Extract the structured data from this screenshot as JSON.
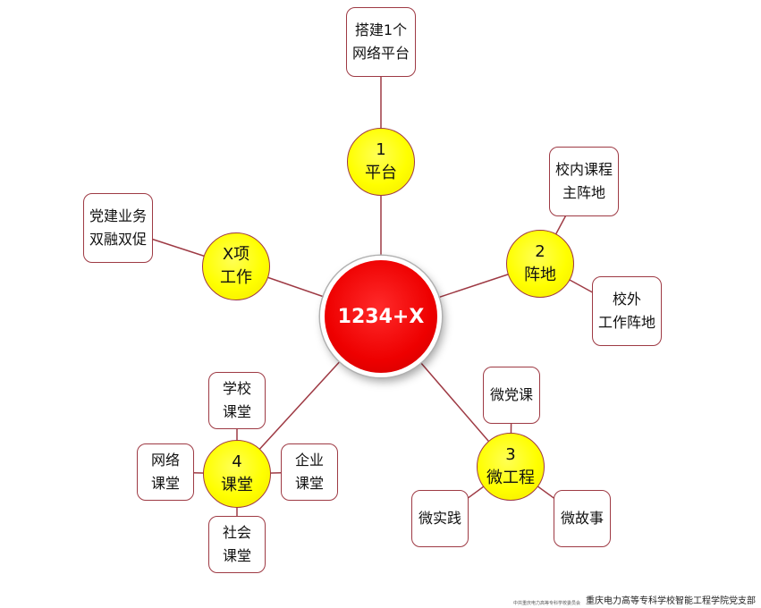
{
  "center": {
    "label": "1234+X"
  },
  "hubs": [
    {
      "id": "platform",
      "lines": [
        "1",
        "平台"
      ]
    },
    {
      "id": "position",
      "lines": [
        "2",
        "阵地"
      ]
    },
    {
      "id": "project",
      "lines": [
        "3",
        "微工程"
      ]
    },
    {
      "id": "classroom",
      "lines": [
        "4",
        "课堂"
      ]
    },
    {
      "id": "xwork",
      "lines": [
        "X项",
        "工作"
      ]
    }
  ],
  "leaves": [
    {
      "id": "network-platform",
      "hub": "platform",
      "lines": [
        "搭建1个",
        "网络平台"
      ]
    },
    {
      "id": "campus-main",
      "hub": "position",
      "lines": [
        "校内课程",
        "主阵地"
      ]
    },
    {
      "id": "offcampus",
      "hub": "position",
      "lines": [
        "校外",
        "工作阵地"
      ]
    },
    {
      "id": "micro-lesson",
      "hub": "project",
      "lines": [
        "微党课"
      ]
    },
    {
      "id": "micro-practice",
      "hub": "project",
      "lines": [
        "微实践"
      ]
    },
    {
      "id": "micro-story",
      "hub": "project",
      "lines": [
        "微故事"
      ]
    },
    {
      "id": "school-class",
      "hub": "classroom",
      "lines": [
        "学校",
        "课堂"
      ]
    },
    {
      "id": "network-class",
      "hub": "classroom",
      "lines": [
        "网络",
        "课堂"
      ]
    },
    {
      "id": "enterprise-class",
      "hub": "classroom",
      "lines": [
        "企业",
        "课堂"
      ]
    },
    {
      "id": "society-class",
      "hub": "classroom",
      "lines": [
        "社会",
        "课堂"
      ]
    },
    {
      "id": "party-biz",
      "hub": "xwork",
      "lines": [
        "党建业务",
        "双融双促"
      ]
    }
  ],
  "footer": {
    "small_text": "中共重庆电力高等专科学校委员会",
    "text": "重庆电力高等专科学校智能工程学院党支部"
  },
  "colors": {
    "link": "#9e3a44",
    "core": "#ee0000",
    "hub": "#ffff00",
    "box_border": "#9e3a44"
  }
}
